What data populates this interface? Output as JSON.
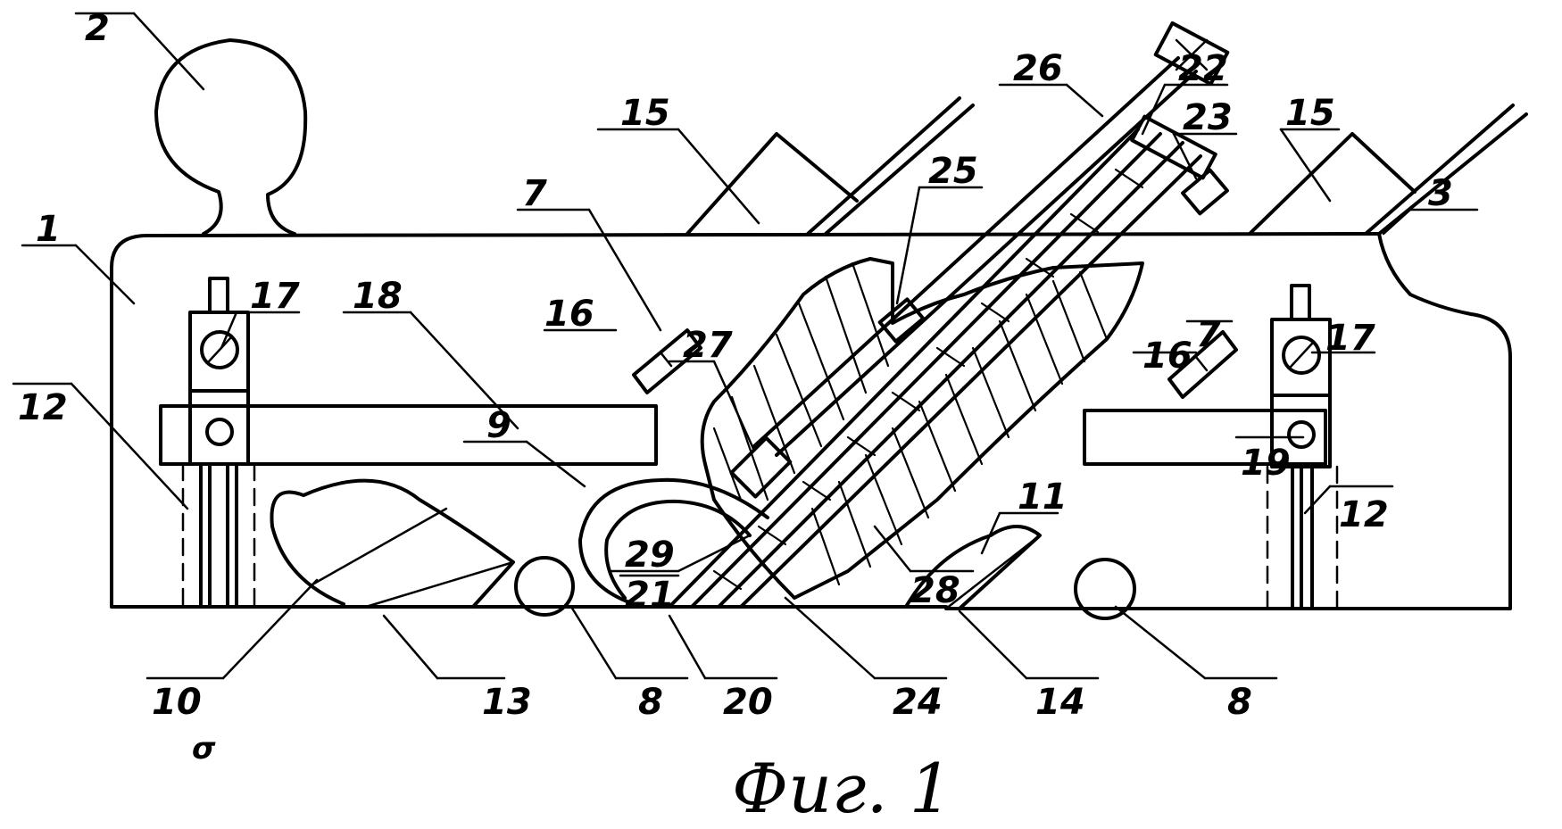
{
  "figure": {
    "caption": "Фиг. 1",
    "stray_mark": "σ",
    "labels": [
      {
        "id": "l1",
        "text": "1"
      },
      {
        "id": "l2",
        "text": "2"
      },
      {
        "id": "l3",
        "text": "3"
      },
      {
        "id": "l7a",
        "text": "7"
      },
      {
        "id": "l7b",
        "text": "7"
      },
      {
        "id": "l8a",
        "text": "8"
      },
      {
        "id": "l8b",
        "text": "8"
      },
      {
        "id": "l9",
        "text": "9"
      },
      {
        "id": "l10",
        "text": "10"
      },
      {
        "id": "l11",
        "text": "11"
      },
      {
        "id": "l12a",
        "text": "12"
      },
      {
        "id": "l12b",
        "text": "12"
      },
      {
        "id": "l13",
        "text": "13"
      },
      {
        "id": "l14",
        "text": "14"
      },
      {
        "id": "l15a",
        "text": "15"
      },
      {
        "id": "l15b",
        "text": "15"
      },
      {
        "id": "l16a",
        "text": "16"
      },
      {
        "id": "l16b",
        "text": "16"
      },
      {
        "id": "l17a",
        "text": "17"
      },
      {
        "id": "l17b",
        "text": "17"
      },
      {
        "id": "l18",
        "text": "18"
      },
      {
        "id": "l19",
        "text": "19"
      },
      {
        "id": "l20",
        "text": "20"
      },
      {
        "id": "l22",
        "text": "22"
      },
      {
        "id": "l23",
        "text": "23"
      },
      {
        "id": "l24",
        "text": "24"
      },
      {
        "id": "l25",
        "text": "25"
      },
      {
        "id": "l26",
        "text": "26"
      },
      {
        "id": "l27",
        "text": "27"
      },
      {
        "id": "l28",
        "text": "28"
      },
      {
        "id": "l29",
        "text": "29"
      },
      {
        "id": "l21",
        "text": "21"
      }
    ]
  }
}
